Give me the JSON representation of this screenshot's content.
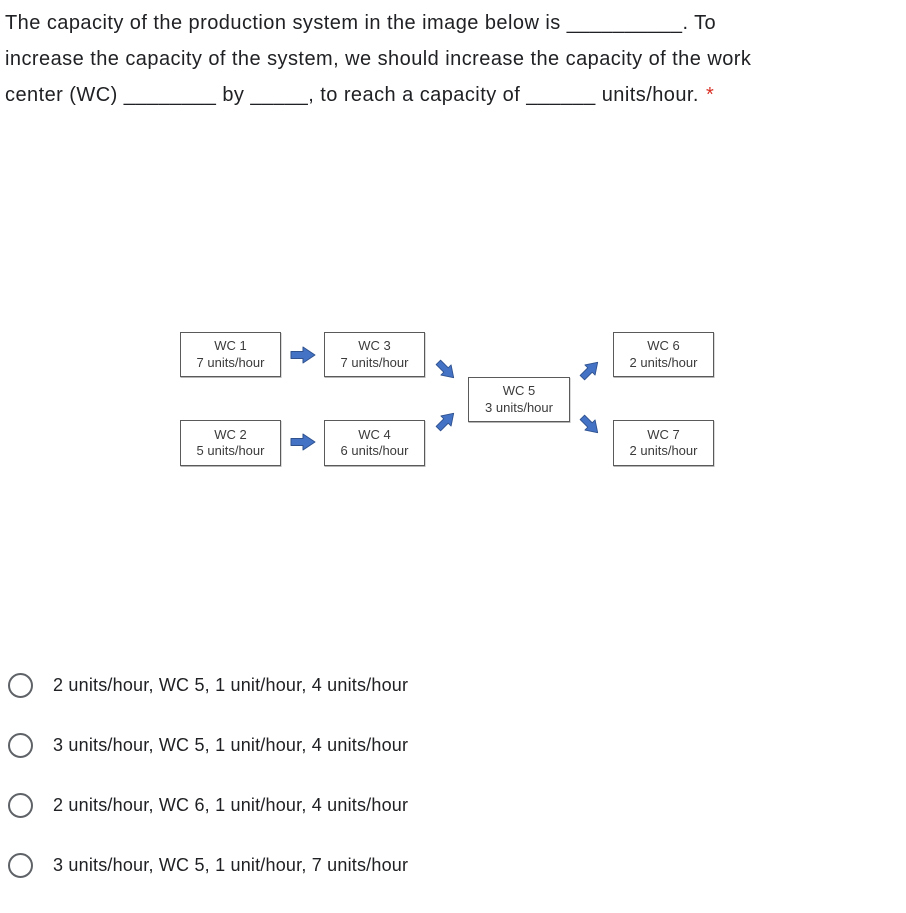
{
  "question": {
    "lines": [
      "The capacity of the production system in the image below is __________. To",
      "increase the capacity of the system, we should increase the capacity of the work",
      "center (WC) ________ by _____, to reach a capacity of ______ units/hour."
    ],
    "required_marker": "*",
    "required_color": "#d93025",
    "text_color": "#202124"
  },
  "diagram": {
    "arrow_color": "#4472C4",
    "arrow_border_color": "#2F528F",
    "box_border_color": "#5a5a5a",
    "nodes": [
      {
        "name": "WC 1",
        "capacity": "7 units/hour"
      },
      {
        "name": "WC 2",
        "capacity": "5 units/hour"
      },
      {
        "name": "WC 3",
        "capacity": "7 units/hour"
      },
      {
        "name": "WC 4",
        "capacity": "6 units/hour"
      },
      {
        "name": "WC 5",
        "capacity": "3 units/hour"
      },
      {
        "name": "WC 6",
        "capacity": "2 units/hour"
      },
      {
        "name": "WC 7",
        "capacity": "2 units/hour"
      }
    ],
    "edges": [
      {
        "from": "WC 1",
        "to": "WC 3",
        "direction": "right"
      },
      {
        "from": "WC 2",
        "to": "WC 4",
        "direction": "right"
      },
      {
        "from": "WC 3",
        "to": "WC 5",
        "direction": "down-right"
      },
      {
        "from": "WC 4",
        "to": "WC 5",
        "direction": "up-right"
      },
      {
        "from": "WC 5",
        "to": "WC 6",
        "direction": "up-right"
      },
      {
        "from": "WC 5",
        "to": "WC 7",
        "direction": "down-right"
      }
    ]
  },
  "options": [
    {
      "label": "2 units/hour, WC 5, 1 unit/hour, 4 units/hour",
      "selected": false
    },
    {
      "label": "3 units/hour, WC 5, 1 unit/hour, 4 units/hour",
      "selected": false
    },
    {
      "label": "2 units/hour, WC 6, 1 unit/hour, 4 units/hour",
      "selected": false
    },
    {
      "label": "3 units/hour, WC 5, 1 unit/hour, 7 units/hour",
      "selected": false
    }
  ]
}
